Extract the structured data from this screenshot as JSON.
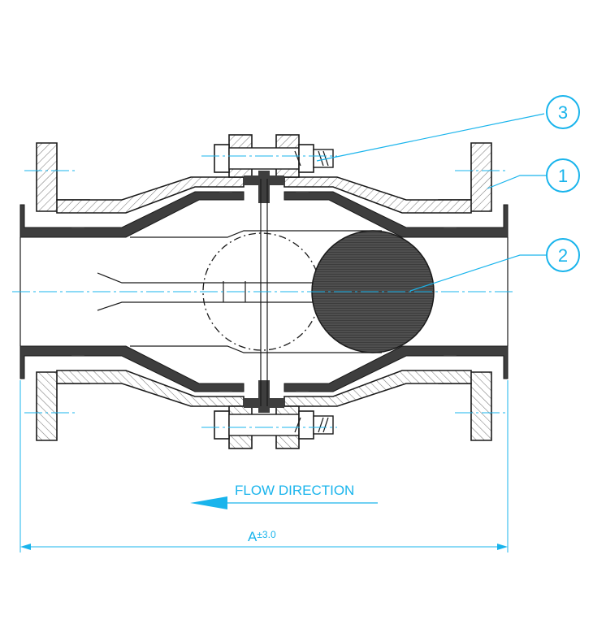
{
  "callouts": [
    {
      "id": "1"
    },
    {
      "id": "2"
    },
    {
      "id": "3"
    }
  ],
  "texts": {
    "flow_direction": "FLOW DIRECTION",
    "dimension_label": "A",
    "dimension_tolerance": "±3.0"
  },
  "colors": {
    "line": "#1a1a1a",
    "annotation": "#19b4ec",
    "liner": "#3a3a3a",
    "ball": "#4a4a4a",
    "hatch": "#6a6a6a"
  }
}
